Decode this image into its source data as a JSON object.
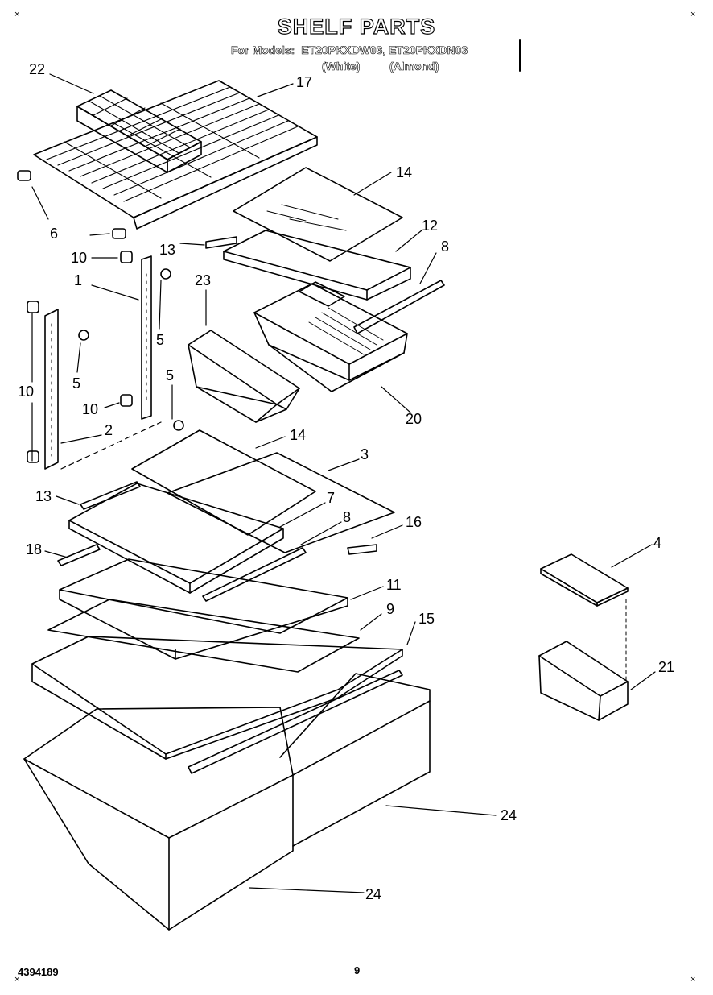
{
  "title": "SHELF PARTS",
  "models_line": {
    "prefix": "For Models:",
    "models": "ET20PKXDW03, ET20PKXDN03",
    "white": "(White)",
    "almond": "(Almond)"
  },
  "footer": {
    "doc_number": "4394189",
    "page": "9"
  },
  "part_labels": {
    "p22": "22",
    "p17": "17",
    "p14a": "14",
    "p12": "12",
    "p8a": "8",
    "p6": "6",
    "p13a": "13",
    "p10a": "10",
    "p1": "1",
    "p23": "23",
    "p5a": "5",
    "p5b": "5",
    "p5c": "5",
    "p10b": "10",
    "p10c": "10",
    "p20": "20",
    "p2": "2",
    "p14b": "14",
    "p3": "3",
    "p13b": "13",
    "p7": "7",
    "p8b": "8",
    "p16": "16",
    "p18": "18",
    "p11": "11",
    "p9": "9",
    "p15": "15",
    "p4": "4",
    "p21": "21",
    "p24a": "24",
    "p24b": "24"
  }
}
